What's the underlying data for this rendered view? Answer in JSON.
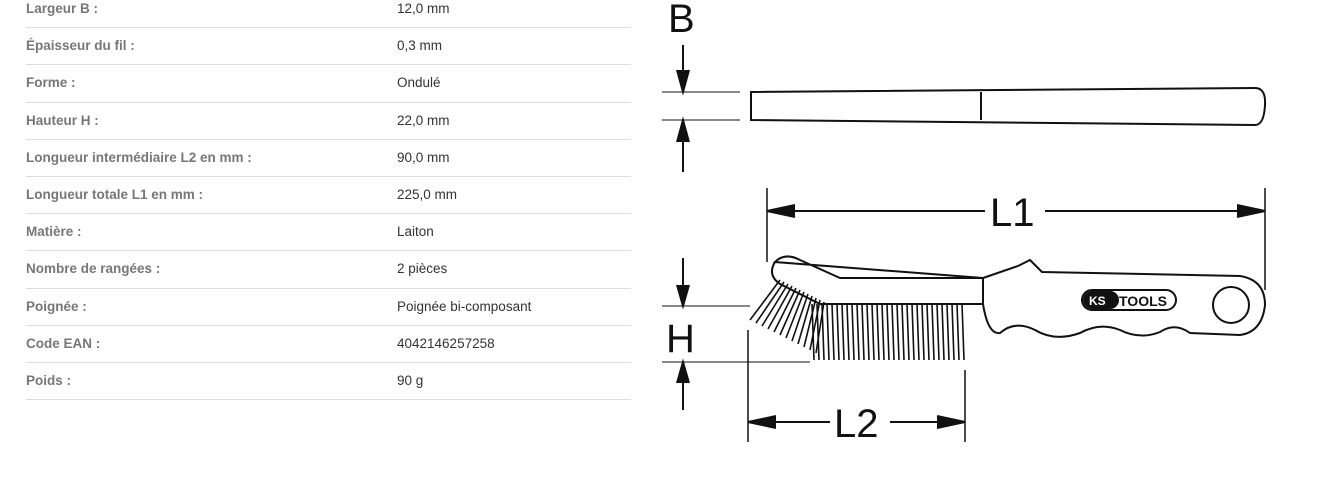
{
  "specs": [
    {
      "label": "Largeur B :",
      "value": "12,0 mm"
    },
    {
      "label": "Épaisseur du fil :",
      "value": "0,3 mm"
    },
    {
      "label": "Forme :",
      "value": "Ondulé"
    },
    {
      "label": "Hauteur H :",
      "value": "22,0 mm"
    },
    {
      "label": "Longueur intermédiaire L2 en mm :",
      "value": "90,0 mm"
    },
    {
      "label": "Longueur totale L1 en mm :",
      "value": "225,0 mm"
    },
    {
      "label": "Matière :",
      "value": "Laiton"
    },
    {
      "label": "Nombre de rangées :",
      "value": "2 pièces"
    },
    {
      "label": "Poignée :",
      "value": "Poignée bi-composant"
    },
    {
      "label": "Code EAN :",
      "value": "4042146257258"
    },
    {
      "label": "Poids :",
      "value": "90 g"
    }
  ],
  "drawing": {
    "b": "B",
    "l1": "L1",
    "h": "H",
    "l2": "L2",
    "brand": "KS TOOLS"
  }
}
